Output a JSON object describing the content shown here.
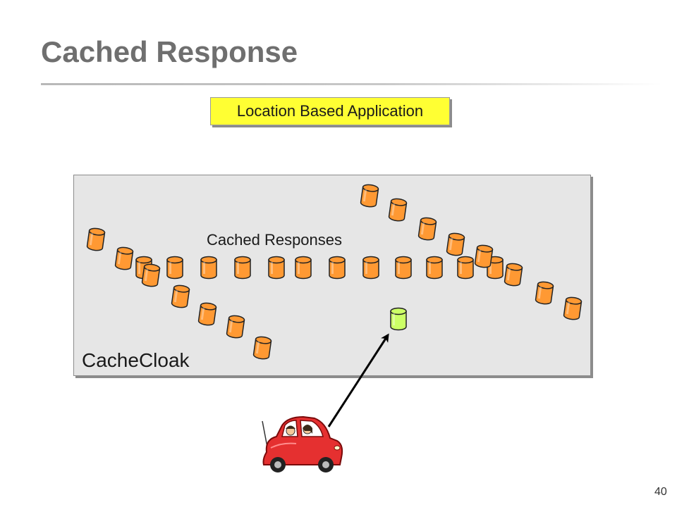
{
  "slide": {
    "title": "Cached Response",
    "page_number": "40"
  },
  "application_box": {
    "label": "Location Based Application",
    "color": "#ffff33"
  },
  "cachecloak": {
    "label": "CacheCloak",
    "cached_label": "Cached Responses"
  },
  "colors": {
    "cached_item": "#ff9933",
    "requested_item": "#ccff66",
    "car": "#e53030",
    "arrow": "#000000"
  },
  "icons": {
    "cache_item": "cylinder-icon",
    "requested_item": "cylinder-icon",
    "user": "car-icon"
  }
}
